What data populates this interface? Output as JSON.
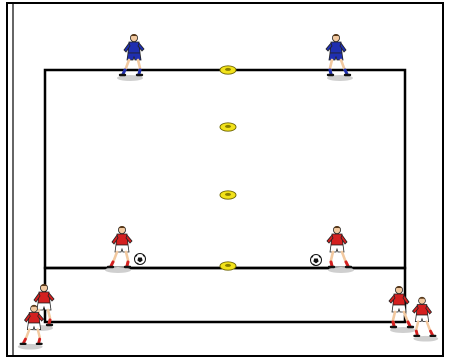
{
  "diagram": {
    "description_elements": {
      "field_line_color": "#000000",
      "frame_color": "#000000",
      "background_color": "#ffffff",
      "cone_color": "#f2e21a",
      "blue_team_color": "#1f2fb0",
      "red_team_color": "#d42020"
    },
    "cones": [
      {
        "id": "cone-top"
      },
      {
        "id": "cone-upper-mid"
      },
      {
        "id": "cone-lower-mid"
      },
      {
        "id": "cone-bottom"
      }
    ],
    "players": {
      "blue": [
        {
          "id": "blue-player-left"
        },
        {
          "id": "blue-player-right"
        }
      ],
      "red_with_ball": [
        {
          "id": "red-player-left-with-ball"
        },
        {
          "id": "red-player-right-with-ball"
        }
      ],
      "red_waiting": [
        {
          "id": "red-player-bottom-left-1"
        },
        {
          "id": "red-player-bottom-left-2"
        },
        {
          "id": "red-player-bottom-right-1"
        },
        {
          "id": "red-player-bottom-right-2"
        }
      ]
    },
    "balls": [
      {
        "id": "ball-left"
      },
      {
        "id": "ball-right"
      }
    ]
  }
}
